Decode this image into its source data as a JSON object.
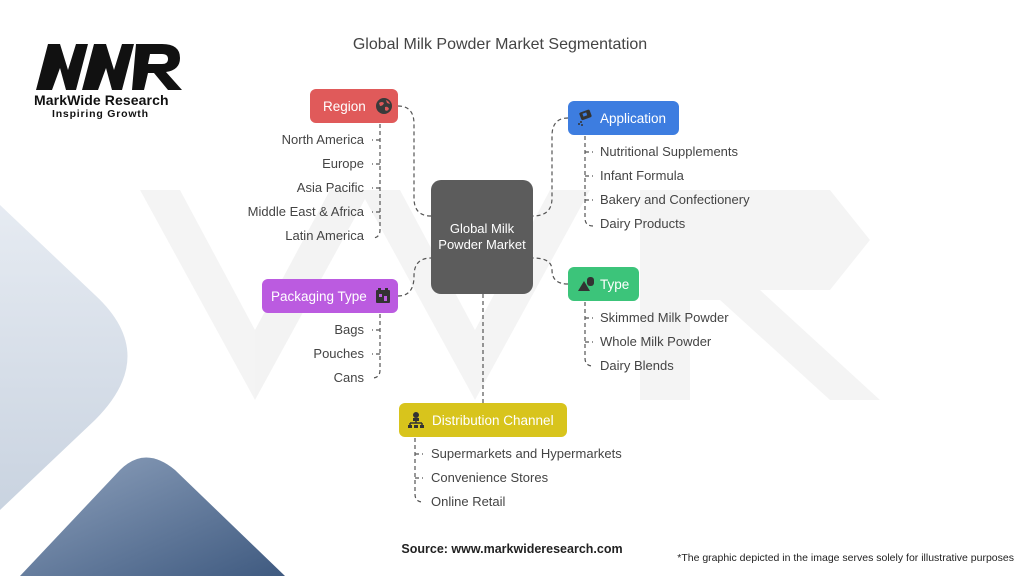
{
  "brand": {
    "name": "MarkWide Research",
    "tagline": "Inspiring Growth"
  },
  "title": "Global Milk Powder Market Segmentation",
  "center": "Global Milk Powder Market",
  "categories": {
    "region": {
      "label": "Region",
      "color": "#e05a5a",
      "icon": "globe-icon",
      "items": [
        "North America",
        "Europe",
        "Asia Pacific",
        "Middle East & Africa",
        "Latin America"
      ]
    },
    "application": {
      "label": "Application",
      "color": "#3d7de0",
      "icon": "feeding-icon",
      "items": [
        "Nutritional Supplements",
        "Infant Formula",
        "Bakery and Confectionery",
        "Dairy Products"
      ]
    },
    "type": {
      "label": "Type",
      "color": "#3cc47a",
      "icon": "shapes-icon",
      "items": [
        "Skimmed Milk Powder",
        "Whole Milk Powder",
        "Dairy Blends"
      ]
    },
    "packaging": {
      "label": "Packaging Type",
      "color": "#bb5be0",
      "icon": "package-icon",
      "items": [
        "Bags",
        "Pouches",
        "Cans"
      ]
    },
    "distribution": {
      "label": "Distribution Channel",
      "color": "#d8c41c",
      "icon": "network-icon",
      "items": [
        "Supermarkets and Hypermarkets",
        "Convenience Stores",
        "Online Retail"
      ]
    }
  },
  "footer": {
    "source": "Source: www.markwideresearch.com",
    "note": "*The graphic depicted in the image serves solely for illustrative purposes"
  }
}
